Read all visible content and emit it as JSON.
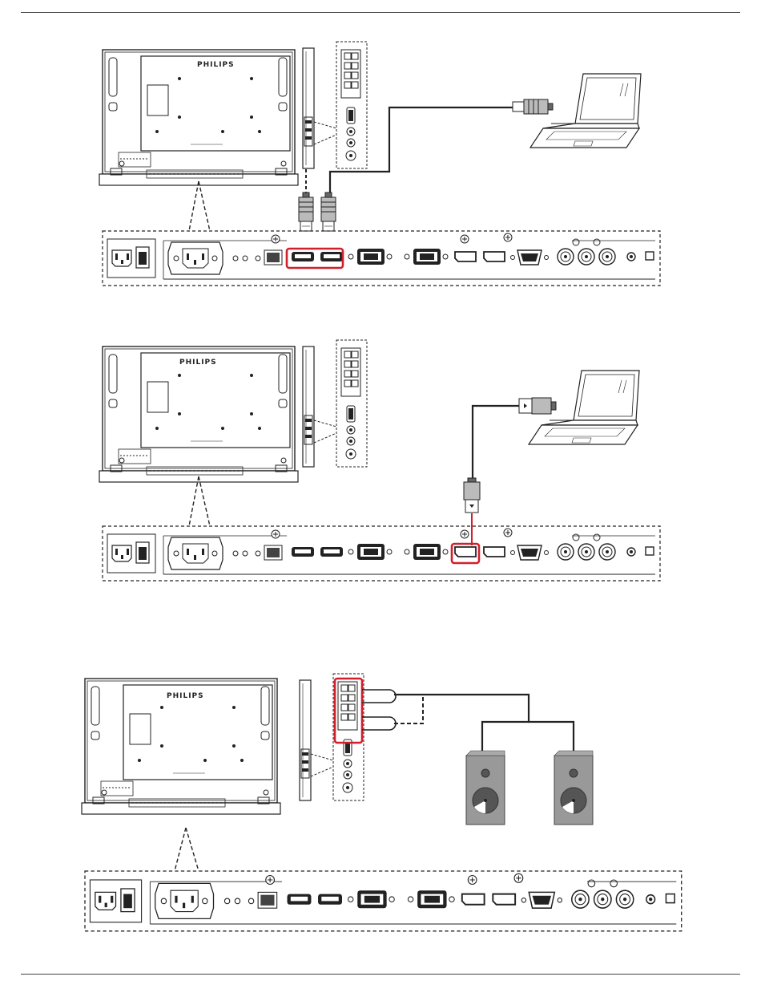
{
  "document": {
    "brand_logo_text": "PHILIPS",
    "diagrams": [
      {
        "id": "hdmi",
        "connection": "HDMI cable from laptop to HDMI inputs",
        "highlight_color": "#d0202c"
      },
      {
        "id": "displayport",
        "connection": "DisplayPort cable from laptop to DisplayPort input",
        "highlight_color": "#d0202c"
      },
      {
        "id": "speakers",
        "connection": "Speaker wires from speaker terminals to external speakers",
        "highlight_color": "#d0202c"
      }
    ]
  },
  "icons": [
    "monitor-rear-icon",
    "side-terminal-icon",
    "laptop-icon",
    "hdmi-plug-icon",
    "displayport-plug-icon",
    "speaker-icon",
    "connector-panel-icon"
  ]
}
